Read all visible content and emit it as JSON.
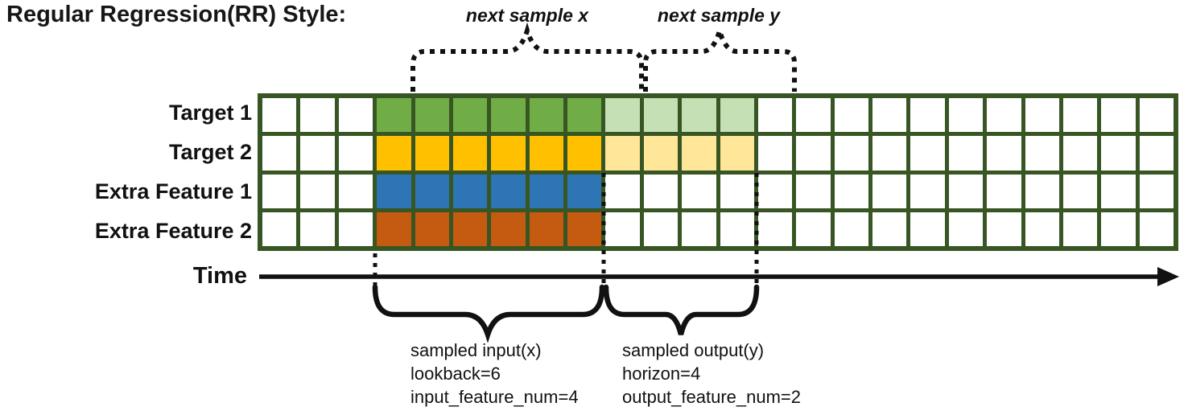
{
  "title": "Regular Regression(RR) Style:",
  "annotations": {
    "next_sample_x": "next sample x",
    "next_sample_y": "next sample y"
  },
  "rows": [
    {
      "label": "Target 1"
    },
    {
      "label": "Target 2"
    },
    {
      "label": "Extra Feature 1"
    },
    {
      "label": "Extra Feature 2"
    }
  ],
  "time_axis_label": "Time",
  "input_block": {
    "line1": "sampled input(x)",
    "line2": "lookback=6",
    "line3": "input_feature_num=4"
  },
  "output_block": {
    "line1": "sampled output(y)",
    "line2": "horizon=4",
    "line3": "output_feature_num=2"
  },
  "grid": {
    "columns": 24,
    "lead_in_columns": 3,
    "lookback": 6,
    "horizon": 4,
    "rows": [
      {
        "name": "target-1",
        "input_color": "#70AD47",
        "output_color": "#C5E0B4",
        "has_output": true
      },
      {
        "name": "target-2",
        "input_color": "#FFC000",
        "output_color": "#FFE699",
        "has_output": true
      },
      {
        "name": "extra-feature-1",
        "input_color": "#2E75B6",
        "output_color": null,
        "has_output": false
      },
      {
        "name": "extra-feature-2",
        "input_color": "#C55A11",
        "output_color": null,
        "has_output": false
      }
    ]
  },
  "colors": {
    "grid_border": "#375623",
    "cell_empty": "#FFFFFF",
    "ink": "#111111"
  }
}
